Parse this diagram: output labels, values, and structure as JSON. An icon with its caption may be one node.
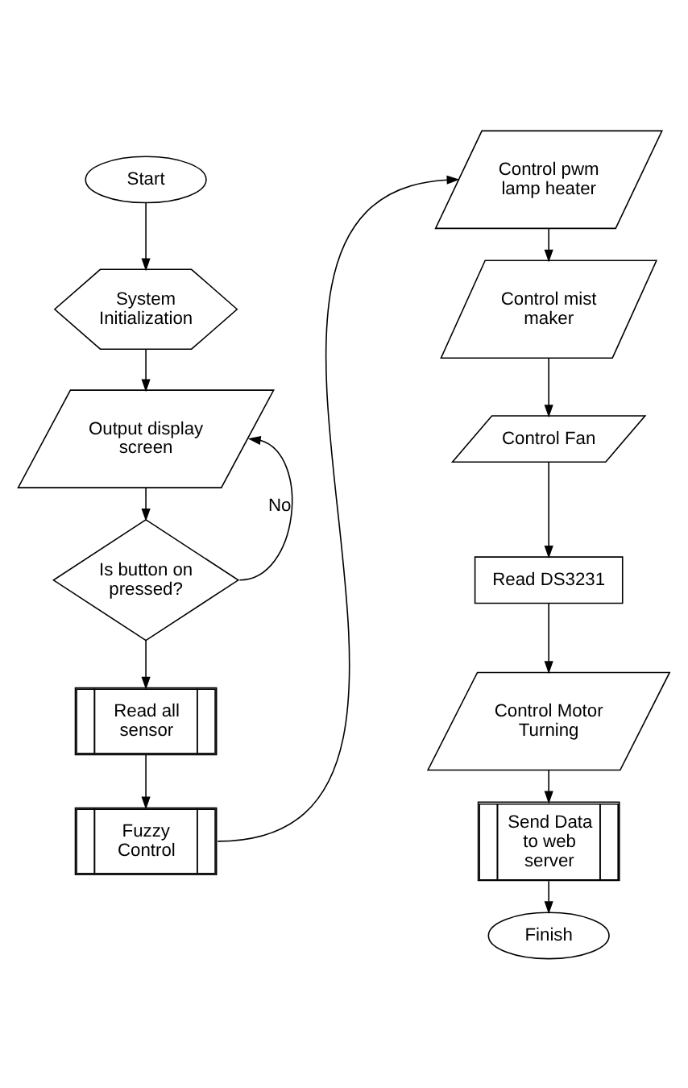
{
  "diagram": {
    "nodes": [
      {
        "text": [
          "Start"
        ]
      },
      {
        "text": [
          "System Initialization"
        ]
      },
      {
        "text": [
          "Output display screen"
        ]
      },
      {
        "text": [
          "Is button on pressed?"
        ]
      },
      {
        "text": [
          "Read all sensor"
        ]
      },
      {
        "text": [
          "Fuzzy Control"
        ]
      },
      {
        "text": [
          "Control pwm lamp heater"
        ]
      },
      {
        "text": [
          "Control mist maker"
        ]
      },
      {
        "text": [
          "Control Fan"
        ]
      },
      {
        "text": [
          "Read DS3231"
        ]
      },
      {
        "text": [
          "Control Motor Turning"
        ]
      },
      {
        "text": [
          "Send Data to web server"
        ]
      },
      {
        "text": [
          "Finish"
        ]
      }
    ],
    "edges": [
      {
        "from": 0,
        "to": 1,
        "arrow": "to"
      },
      {
        "from": 1,
        "to": 2,
        "arrow": "to"
      },
      {
        "from": 2,
        "to": 3,
        "arrow": "to"
      },
      {
        "from": 3,
        "to": 2,
        "arrow": "to",
        "label": "No"
      },
      {
        "from": 3,
        "to": 4,
        "arrow": "to"
      },
      {
        "from": 4,
        "to": 5,
        "arrow": "to"
      },
      {
        "from": 5,
        "to": 6,
        "arrow": "to"
      },
      {
        "from": 6,
        "to": 7,
        "arrow": "to"
      },
      {
        "from": 7,
        "to": 8,
        "arrow": "to"
      },
      {
        "from": 8,
        "to": 9,
        "arrow": "to"
      },
      {
        "from": 9,
        "to": 10,
        "arrow": "to"
      },
      {
        "from": 10,
        "to": 11,
        "arrow": "to"
      },
      {
        "from": 11,
        "to": 12,
        "arrow": "to"
      }
    ]
  }
}
